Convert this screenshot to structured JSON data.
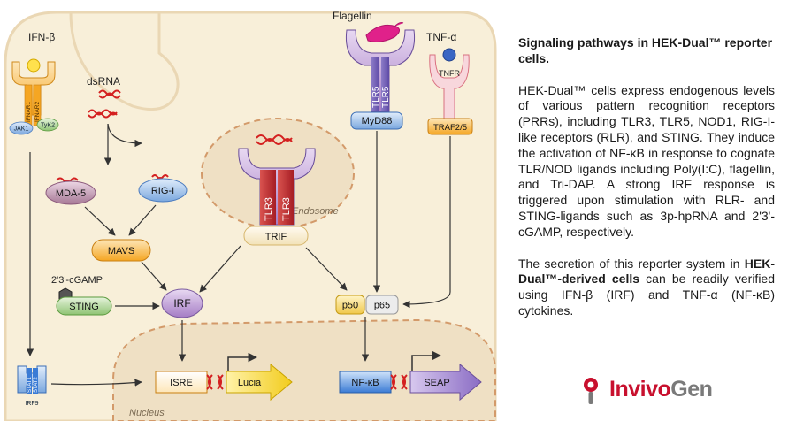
{
  "diagram": {
    "labels": {
      "ifnb": "IFN-β",
      "ifnar1": "IFNAR1",
      "ifnar2": "IFNAR2",
      "jak1": "JAK1",
      "tyk2": "TyK2",
      "dsrna": "dsRNA",
      "mda5": "MDA-5",
      "rigi": "RIG-I",
      "mavs": "MAVS",
      "cgamp": "2'3'-cGAMP",
      "sting": "STING",
      "irf": "IRF",
      "stat1": "STAT1",
      "stat2": "STAT2",
      "irf9": "IRF9",
      "isre": "ISRE",
      "lucia": "Lucia",
      "nucleus": "Nucleus",
      "flagellin": "Flagellin",
      "tlr5a": "TLR5",
      "tlr5b": "TLR5",
      "myd88": "MyD88",
      "tnfa": "TNF-α",
      "tnfr": "TNFR",
      "traf25": "TRAF2/5",
      "tlr3a": "TLR3",
      "tlr3b": "TLR3",
      "endosome": "Endosome",
      "trif": "TRIF",
      "p50": "p50",
      "p65": "p65",
      "nfkb": "NF-κB",
      "seap": "SEAP"
    }
  },
  "side": {
    "caption": "Signaling pathways in HEK-Dual™ reporter cells.",
    "para1": "HEK-Dual™ cells express endogenous levels of various pattern recognition receptors (PRRs), including TLR3, TLR5, NOD1, RIG-I-like receptors (RLR), and STING. They induce the activation of NF-κB in response to cognate TLR/NOD ligands including Poly(I:C), flagellin, and Tri-DAP. A strong IRF response is triggered upon stimulation with RLR- and STING-ligands such as 3p-hpRNA and 2'3'-cGAMP, respectively.",
    "para2_pre": "The secretion of this reporter system in ",
    "para2_bold": "HEK-Dual™-derived cells",
    "para2_post": " can be readily verified using IFN-β (IRF) and TNF-α (NF-κB) cytokines."
  },
  "logo": {
    "brand_a": "Invivo",
    "brand_b": "Gen"
  },
  "colors": {
    "cell": "#f8efd9",
    "membrane": "#ead7b4",
    "brand_red": "#c8102e"
  }
}
